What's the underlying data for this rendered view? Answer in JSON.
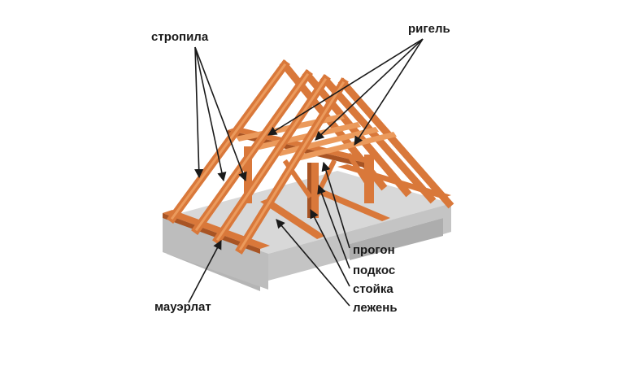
{
  "labels": {
    "rafters": "стропила",
    "collar_tie": "ригель",
    "purlin": "прогон",
    "strut": "подкос",
    "post": "стойка",
    "sill": "лежень",
    "wall_plate": "мауэрлат"
  },
  "colors": {
    "wood": "#d9783a",
    "wood_light": "#eb9a5c",
    "wood_dark": "#a85424",
    "slab_top": "#d8d8d8",
    "slab_side": "#c4c4c4",
    "slab_front": "#b5b5b5",
    "arrow": "#1a1a1a"
  }
}
